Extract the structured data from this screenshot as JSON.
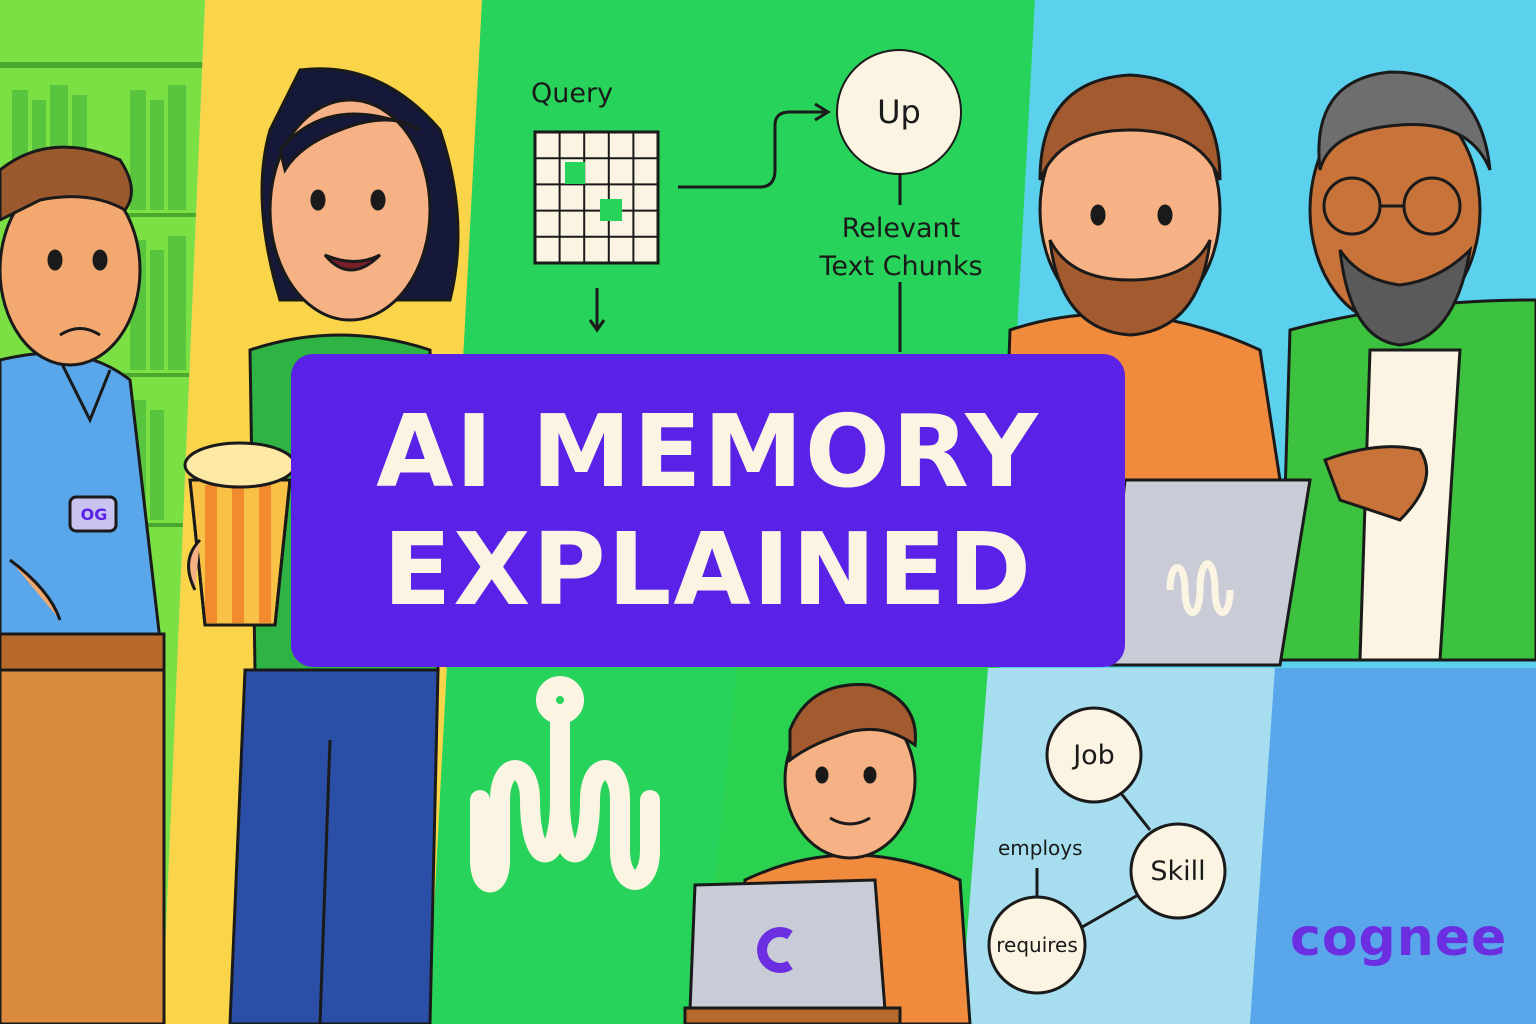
{
  "banner": {
    "line1": "AI MEMORY",
    "line2": "EXPLAINED"
  },
  "diagram": {
    "query_label": "Query",
    "up_label": "Up",
    "relevant_label_line1": "Relevant",
    "relevant_label_line2": "Text Chunks"
  },
  "graph": {
    "job": "Job",
    "skill": "Skill",
    "requires": "requires",
    "employs": "employs"
  },
  "badge": "OG",
  "brand": "cognee",
  "colors": {
    "banner": "#5a22e6",
    "banner_text": "#fbf4e2",
    "brand": "#6b2ee0",
    "panel_green": "#26d45a",
    "panel_yellow": "#fad54a",
    "panel_blue": "#5bd1ee"
  }
}
